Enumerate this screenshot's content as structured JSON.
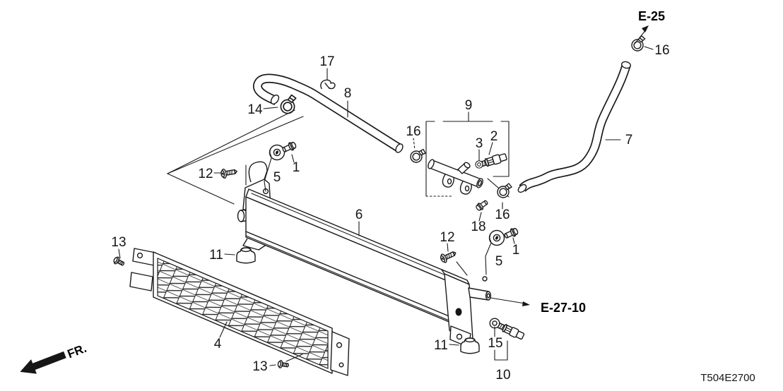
{
  "diagram": {
    "code": "T504E2700",
    "front_marker": "FR.",
    "references": {
      "e25": "E-25",
      "e27_10": "E-27-10"
    },
    "callouts": [
      "17",
      "8",
      "14",
      "16",
      "9",
      "3",
      "2",
      "16",
      "7",
      "12",
      "5",
      "1",
      "6",
      "16",
      "18",
      "12",
      "5",
      "1",
      "13",
      "11",
      "4",
      "13",
      "11",
      "15",
      "10"
    ]
  }
}
